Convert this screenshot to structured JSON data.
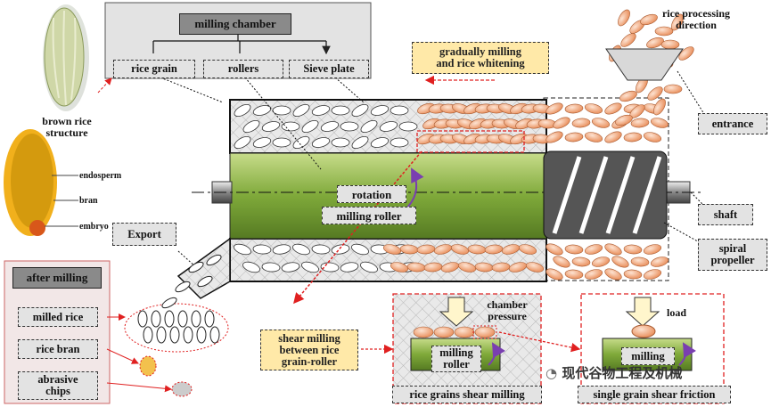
{
  "top": {
    "chamber_title": "milling chamber",
    "items": [
      "rice grain",
      "rollers",
      "Sieve plate"
    ]
  },
  "brown_rice": {
    "label": "brown rice\nstructure"
  },
  "structure_parts": [
    "endosperm",
    "bran",
    "embryo"
  ],
  "direction_label": "rice processing\ndirection",
  "process_note": "gradually milling\nand rice whitening",
  "entrance_label": "entrance",
  "shaft_label": "shaft",
  "spiral_label": "spiral\npropeller",
  "roller": {
    "rotation": "rotation",
    "name": "milling roller"
  },
  "export_label": "Export",
  "after_milling": {
    "title": "after milling",
    "items": [
      "milled rice",
      "rice bran",
      "abrasive\nchips"
    ]
  },
  "shear_note": "shear milling\nbetween rice\ngrain-roller",
  "panel1": {
    "pressure": "chamber\npressure",
    "roller": "milling\nroller",
    "caption": "rice grains shear milling"
  },
  "panel2": {
    "load": "load",
    "roller": "milling",
    "caption": "single grain shear friction"
  },
  "watermark": "现代谷物工程及机械",
  "colors": {
    "roller_green": "#7fa93a",
    "grain_orange": "#f2a77c",
    "accent_red": "#e02020",
    "note_yellow": "#ffe9a8"
  }
}
